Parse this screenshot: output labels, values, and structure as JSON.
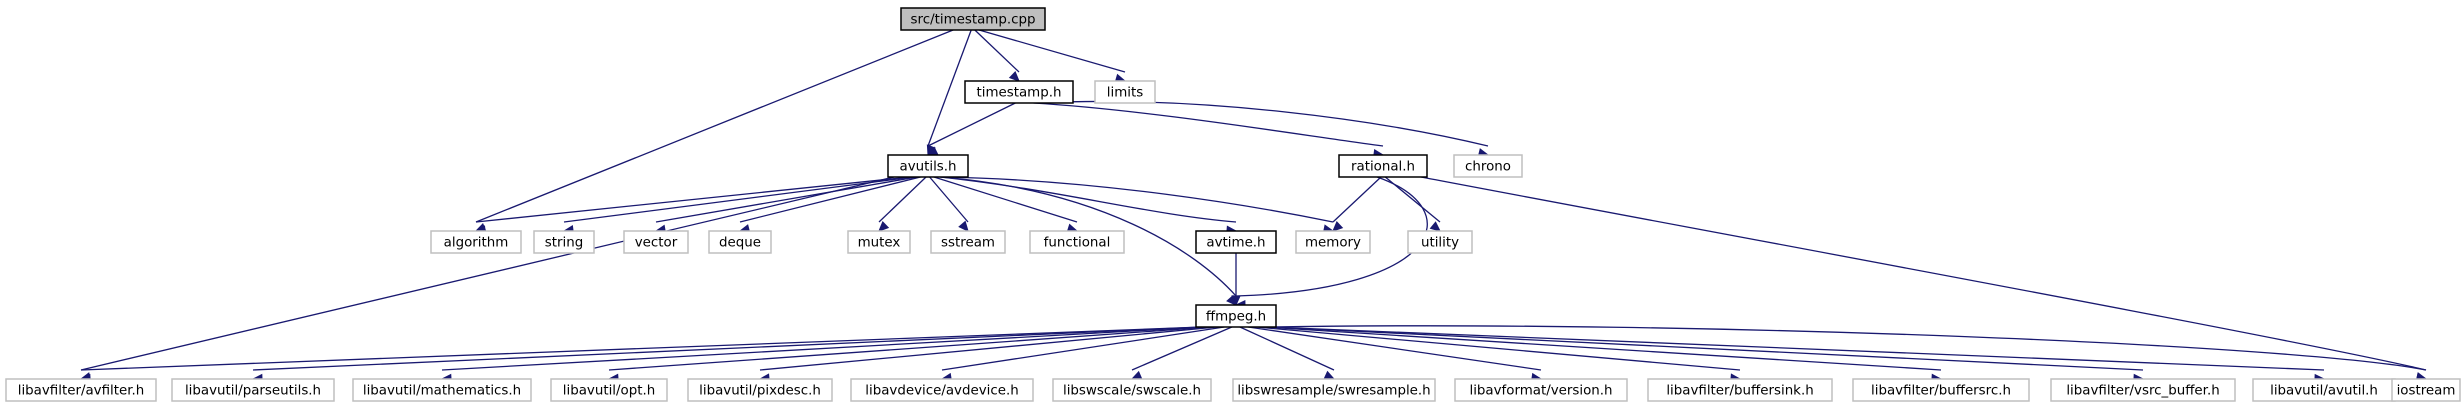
{
  "graph": {
    "nodes": {
      "timestamp_cpp": {
        "label": "src/timestamp.cpp",
        "kind": "root"
      },
      "timestamp_h": {
        "label": "timestamp.h",
        "kind": "local"
      },
      "limits": {
        "label": "limits",
        "kind": "system"
      },
      "avutils_h": {
        "label": "avutils.h",
        "kind": "local"
      },
      "rational_h": {
        "label": "rational.h",
        "kind": "local"
      },
      "chrono": {
        "label": "chrono",
        "kind": "system"
      },
      "algorithm": {
        "label": "algorithm",
        "kind": "system"
      },
      "string": {
        "label": "string",
        "kind": "system"
      },
      "vector": {
        "label": "vector",
        "kind": "system"
      },
      "deque": {
        "label": "deque",
        "kind": "system"
      },
      "mutex": {
        "label": "mutex",
        "kind": "system"
      },
      "sstream": {
        "label": "sstream",
        "kind": "system"
      },
      "functional": {
        "label": "functional",
        "kind": "system"
      },
      "avtime_h": {
        "label": "avtime.h",
        "kind": "local"
      },
      "memory": {
        "label": "memory",
        "kind": "system"
      },
      "utility": {
        "label": "utility",
        "kind": "system"
      },
      "ffmpeg_h": {
        "label": "ffmpeg.h",
        "kind": "local"
      },
      "avfilter_h": {
        "label": "libavfilter/avfilter.h",
        "kind": "system"
      },
      "parseutils_h": {
        "label": "libavutil/parseutils.h",
        "kind": "system"
      },
      "mathematics_h": {
        "label": "libavutil/mathematics.h",
        "kind": "system"
      },
      "opt_h": {
        "label": "libavutil/opt.h",
        "kind": "system"
      },
      "pixdesc_h": {
        "label": "libavutil/pixdesc.h",
        "kind": "system"
      },
      "avdevice_h": {
        "label": "libavdevice/avdevice.h",
        "kind": "system"
      },
      "swscale_h": {
        "label": "libswscale/swscale.h",
        "kind": "system"
      },
      "swresample_h": {
        "label": "libswresample/swresample.h",
        "kind": "system"
      },
      "version_h": {
        "label": "libavformat/version.h",
        "kind": "system"
      },
      "buffersink_h": {
        "label": "libavfilter/buffersink.h",
        "kind": "system"
      },
      "buffersrc_h": {
        "label": "libavfilter/buffersrc.h",
        "kind": "system"
      },
      "vsrc_buffer_h": {
        "label": "libavfilter/vsrc_buffer.h",
        "kind": "system"
      },
      "avutil_h": {
        "label": "libavutil/avutil.h",
        "kind": "system"
      },
      "iostream": {
        "label": "iostream",
        "kind": "system"
      }
    },
    "edges": [
      [
        "timestamp_cpp",
        "algorithm"
      ],
      [
        "timestamp_cpp",
        "avutils_h"
      ],
      [
        "timestamp_cpp",
        "timestamp_h"
      ],
      [
        "timestamp_cpp",
        "limits"
      ],
      [
        "timestamp_h",
        "avutils_h"
      ],
      [
        "timestamp_h",
        "rational_h"
      ],
      [
        "timestamp_h",
        "chrono"
      ],
      [
        "avutils_h",
        "algorithm"
      ],
      [
        "avutils_h",
        "string"
      ],
      [
        "avutils_h",
        "vector"
      ],
      [
        "avutils_h",
        "deque"
      ],
      [
        "avutils_h",
        "mutex"
      ],
      [
        "avutils_h",
        "sstream"
      ],
      [
        "avutils_h",
        "functional"
      ],
      [
        "avutils_h",
        "avtime_h"
      ],
      [
        "avutils_h",
        "memory"
      ],
      [
        "avutils_h",
        "ffmpeg_h"
      ],
      [
        "avutils_h",
        "avfilter_h"
      ],
      [
        "avtime_h",
        "ffmpeg_h"
      ],
      [
        "rational_h",
        "memory"
      ],
      [
        "rational_h",
        "utility"
      ],
      [
        "rational_h",
        "ffmpeg_h"
      ],
      [
        "rational_h",
        "iostream"
      ],
      [
        "ffmpeg_h",
        "avfilter_h"
      ],
      [
        "ffmpeg_h",
        "parseutils_h"
      ],
      [
        "ffmpeg_h",
        "mathematics_h"
      ],
      [
        "ffmpeg_h",
        "opt_h"
      ],
      [
        "ffmpeg_h",
        "pixdesc_h"
      ],
      [
        "ffmpeg_h",
        "avdevice_h"
      ],
      [
        "ffmpeg_h",
        "swscale_h"
      ],
      [
        "ffmpeg_h",
        "swresample_h"
      ],
      [
        "ffmpeg_h",
        "version_h"
      ],
      [
        "ffmpeg_h",
        "buffersink_h"
      ],
      [
        "ffmpeg_h",
        "buffersrc_h"
      ],
      [
        "ffmpeg_h",
        "vsrc_buffer_h"
      ],
      [
        "ffmpeg_h",
        "avutil_h"
      ],
      [
        "ffmpeg_h",
        "iostream"
      ]
    ]
  },
  "colors": {
    "edge": "#191970",
    "root_fill": "#bfbfbf",
    "root_border": "#000000",
    "local_fill": "#ffffff",
    "local_border": "#000000",
    "system_fill": "#ffffff",
    "system_border": "#bfbfbf"
  }
}
